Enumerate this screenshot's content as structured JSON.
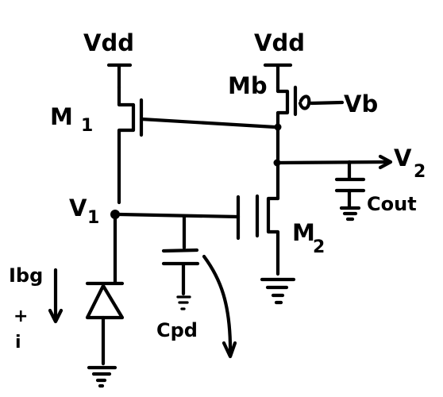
{
  "labels": {
    "vdd_left": "Vdd",
    "vdd_right": "Vdd",
    "m1": "M",
    "m1_sub": "1",
    "mb": "Mb",
    "vb": "Vb",
    "v2": "V",
    "v2_sub": "2",
    "cout": "Cout",
    "v1": "V",
    "v1_sub": "1",
    "m2": "M",
    "m2_sub": "2",
    "ibg": "Ibg",
    "plus": "+",
    "i": "i",
    "cpd": "Cpd"
  }
}
